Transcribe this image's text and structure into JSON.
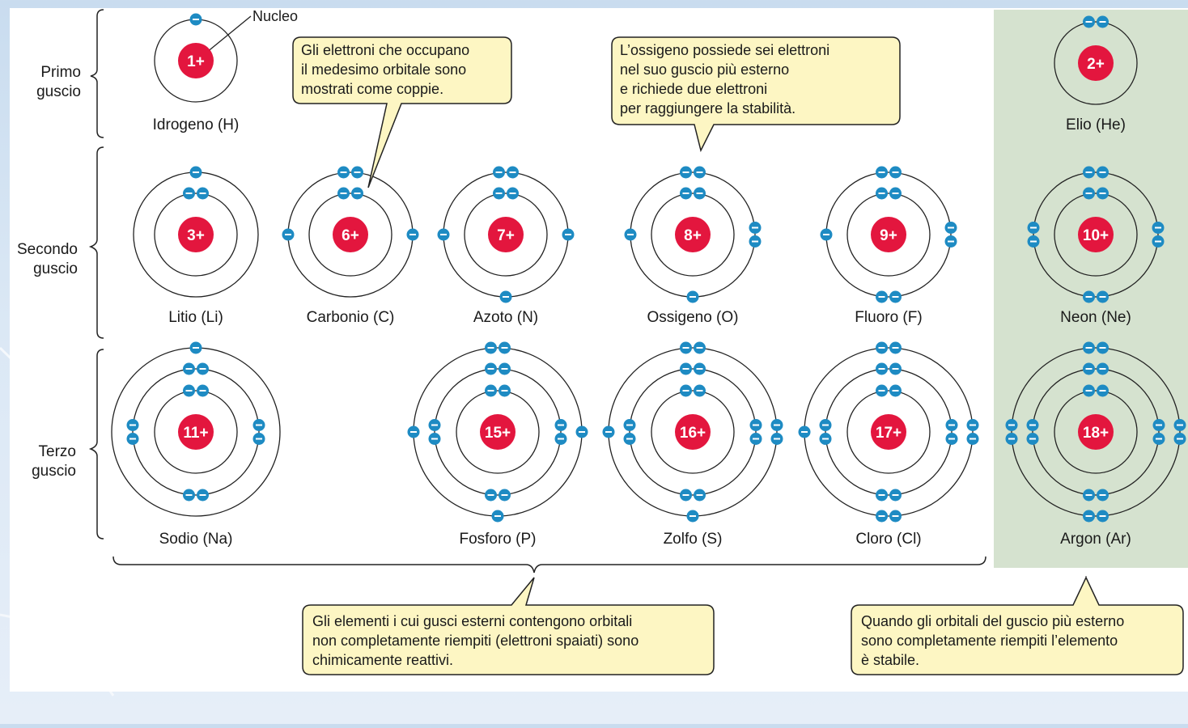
{
  "colors": {
    "nucleus": "#e3163e",
    "electron": "#1e8bc3",
    "callout_fill": "#fdf6c3",
    "noble_panel": "#d5e2cf"
  },
  "shell_labels": [
    {
      "lines": [
        "Primo",
        "guscio"
      ]
    },
    {
      "lines": [
        "Secondo",
        "guscio"
      ]
    },
    {
      "lines": [
        "Terzo",
        "guscio"
      ]
    }
  ],
  "nucleus_label": "Nucleo",
  "atoms": [
    {
      "name": "Idrogeno (H)",
      "charge": "1+",
      "shells": [
        1
      ]
    },
    {
      "name": "Elio (He)",
      "charge": "2+",
      "shells": [
        2
      ]
    },
    {
      "name": "Litio (Li)",
      "charge": "3+",
      "shells": [
        2,
        1
      ]
    },
    {
      "name": "Carbonio (C)",
      "charge": "6+",
      "shells": [
        2,
        4
      ]
    },
    {
      "name": "Azoto (N)",
      "charge": "7+",
      "shells": [
        2,
        5
      ]
    },
    {
      "name": "Ossigeno (O)",
      "charge": "8+",
      "shells": [
        2,
        6
      ]
    },
    {
      "name": "Fluoro (F)",
      "charge": "9+",
      "shells": [
        2,
        7
      ]
    },
    {
      "name": "Neon (Ne)",
      "charge": "10+",
      "shells": [
        2,
        8
      ]
    },
    {
      "name": "Sodio (Na)",
      "charge": "11+",
      "shells": [
        2,
        8,
        1
      ]
    },
    {
      "name": "Fosforo (P)",
      "charge": "15+",
      "shells": [
        2,
        8,
        5
      ]
    },
    {
      "name": "Zolfo (S)",
      "charge": "16+",
      "shells": [
        2,
        8,
        6
      ]
    },
    {
      "name": "Cloro (Cl)",
      "charge": "17+",
      "shells": [
        2,
        8,
        7
      ]
    },
    {
      "name": "Argon (Ar)",
      "charge": "18+",
      "shells": [
        2,
        8,
        8
      ]
    }
  ],
  "callouts": {
    "pairs": [
      "Gli elettroni che occupano",
      "il medesimo orbitale sono",
      "mostrati come coppie."
    ],
    "oxygen": [
      "L’ossigeno possiede sei elettroni",
      "nel suo guscio più esterno",
      "e richiede due elettroni",
      "per raggiungere la stabilità."
    ],
    "reactive": [
      "Gli elementi i cui gusci esterni contengono orbitali",
      "non completamente riempiti (elettroni spaiati) sono",
      "chimicamente reattivi."
    ],
    "stable": [
      "Quando gli orbitali del guscio più esterno",
      "sono completamente riempiti l’elemento",
      "è stabile."
    ]
  }
}
